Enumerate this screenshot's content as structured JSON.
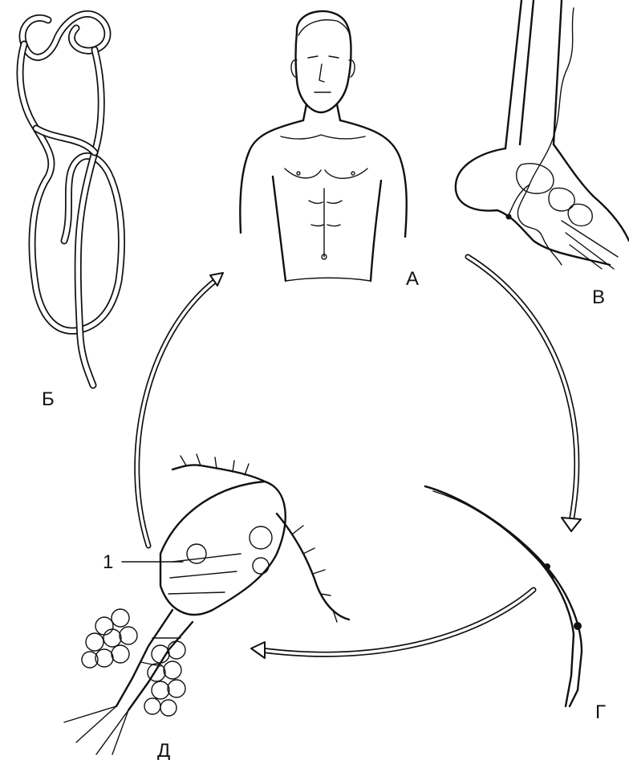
{
  "labels": {
    "human": "А",
    "adult_worm": "Б",
    "leg": "В",
    "larva": "Г",
    "copepod": "Д",
    "pointer": "1"
  }
}
